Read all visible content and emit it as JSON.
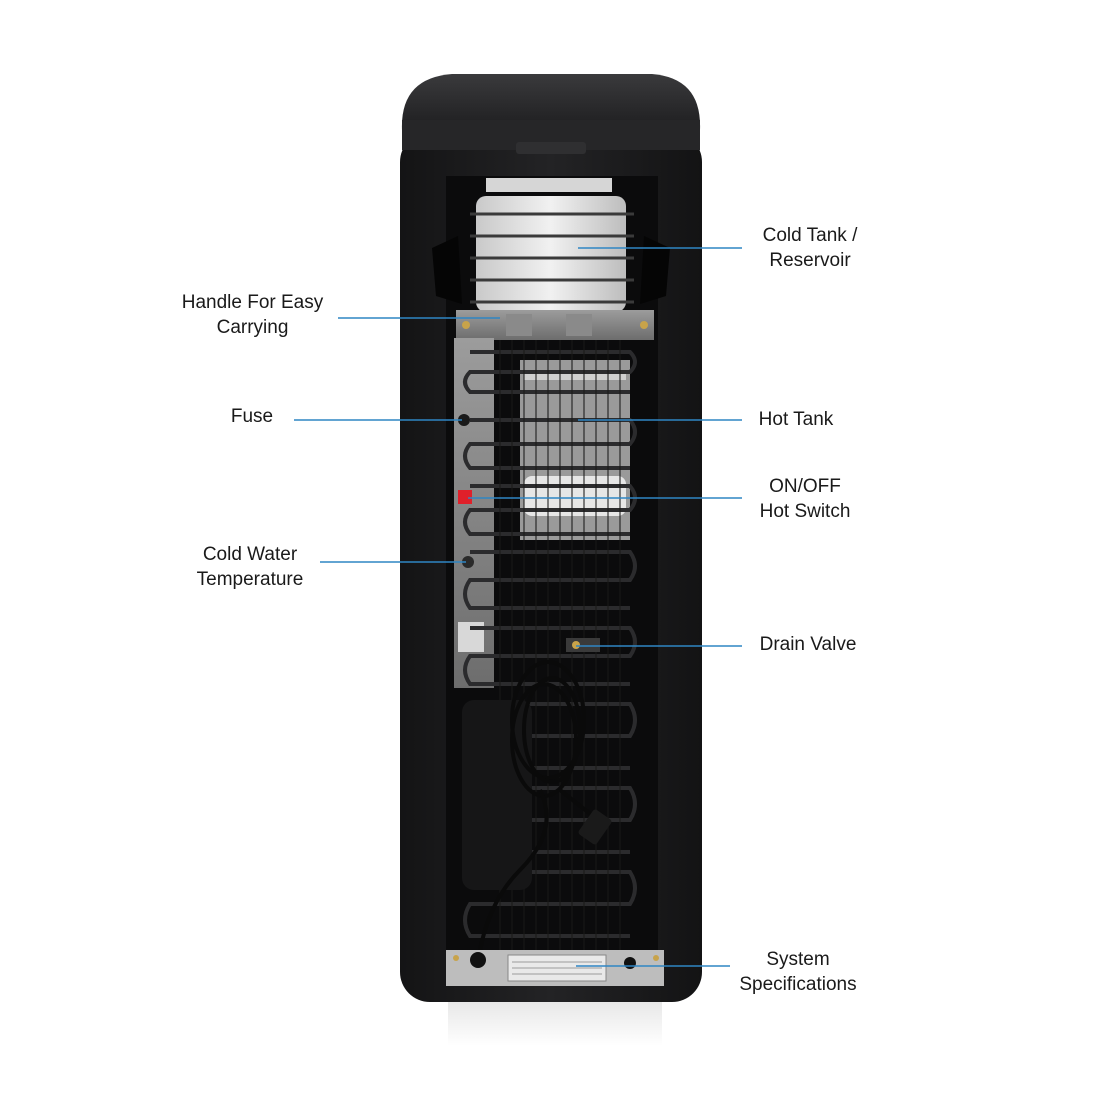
{
  "colors": {
    "leader_line": "#2f86c4",
    "cabinet": "#1c1c1e",
    "label_text": "#1a1a1a",
    "switch_red": "#e0202a"
  },
  "labels": {
    "cold_tank": {
      "line1": "Cold Tank /",
      "line2": "Reservoir"
    },
    "handle": {
      "line1": "Handle For Easy",
      "line2": "Carrying"
    },
    "fuse": {
      "line1": "Fuse"
    },
    "hot_tank": {
      "line1": "Hot Tank"
    },
    "on_off": {
      "line1": "ON/OFF",
      "line2": "Hot Switch"
    },
    "cold_water_temp": {
      "line1": "Cold Water",
      "line2": "Temperature"
    },
    "drain_valve": {
      "line1": "Drain Valve"
    },
    "system_specs": {
      "line1": "System",
      "line2": "Specifications"
    }
  }
}
